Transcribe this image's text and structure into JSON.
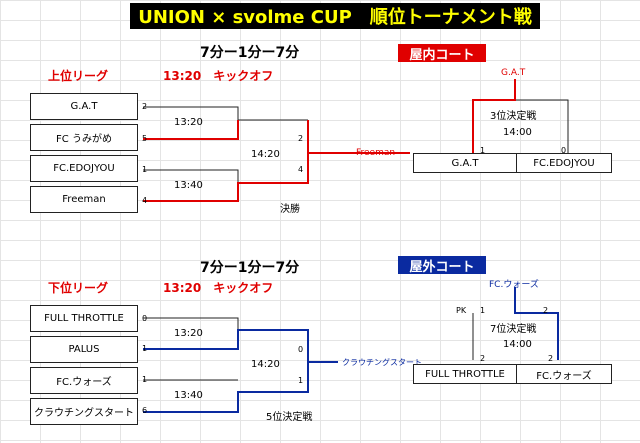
{
  "title": "UNION × svolme CUP　順位トーナメント戦",
  "upper": {
    "format": "7分ー1分ー7分",
    "league": "上位リーグ",
    "kickoff": "13:20　キックオフ",
    "court": "屋内コート",
    "teams": [
      "G.A.T",
      "FC うみがめ",
      "FC.EDOJYOU",
      "Freeman"
    ],
    "scores": [
      "2",
      "5",
      "1",
      "4"
    ],
    "times": [
      "13:20",
      "13:40",
      "14:20"
    ],
    "final_scores": [
      "2",
      "4"
    ],
    "final_label": "決勝",
    "winner": "Freeman",
    "third": {
      "winner": "G.A.T",
      "label": "3位決定戦",
      "time": "14:00",
      "teams": [
        "G.A.T",
        "FC.EDOJYOU"
      ],
      "scores": [
        "1",
        "0"
      ]
    }
  },
  "lower": {
    "format": "7分ー1分ー7分",
    "league": "下位リーグ",
    "kickoff": "13:20　キックオフ",
    "court": "屋外コート",
    "teams": [
      "FULL THROTTLE",
      "PALUS",
      "FC.ウォーズ",
      "クラウチングスタート"
    ],
    "scores": [
      "0",
      "1",
      "1",
      "6"
    ],
    "times": [
      "13:20",
      "13:40",
      "14:20"
    ],
    "final_scores": [
      "0",
      "1"
    ],
    "final_label": "5位決定戦",
    "winner": "クラウチングスタート",
    "seventh": {
      "winner": "FC.ウォーズ",
      "label": "7位決定戦",
      "time": "14:00",
      "pk": "PK",
      "teams": [
        "FULL THROTTLE",
        "FC.ウォーズ"
      ],
      "pk_scores": [
        "1",
        "2"
      ],
      "scores": [
        "2",
        "2"
      ]
    }
  },
  "colors": {
    "red": "#e00000",
    "blue": "#0a2aa0",
    "title_bg": "#000000",
    "title_fg": "#ffff00"
  }
}
